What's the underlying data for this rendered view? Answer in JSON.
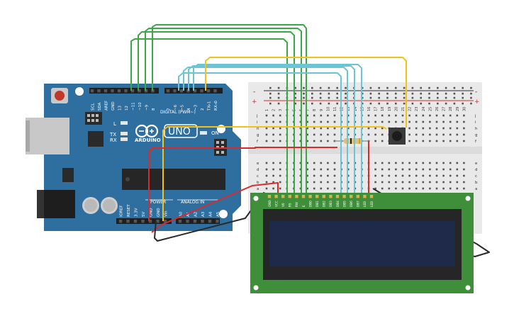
{
  "arduino": {
    "pins_top_left": [
      "SCL",
      "SDA",
      "AREF",
      "GND",
      "13",
      "12",
      "~11",
      "~10",
      "~9",
      "8"
    ],
    "pins_top_right": [
      "7",
      "~6",
      "~5",
      "4",
      "~3",
      "2",
      "TX▹1",
      "RX◃0"
    ],
    "digital_label": "DIGITAL (PWM~)",
    "logo_text": "ARDUINO",
    "model_text": "UNO",
    "on_label": "ON",
    "tx_label": "TX",
    "rx_label": "RX",
    "l_label": "L",
    "power_label": "POWER",
    "analog_label": "ANALOG IN",
    "power_pins": [
      "IOREF",
      "RESET",
      "3.3V",
      "5V",
      "GND",
      "GND",
      "Vin"
    ],
    "analog_pins": [
      "A0",
      "A1",
      "A2",
      "A3",
      "A4",
      "A5"
    ]
  },
  "breadboard": {
    "columns": [
      "1",
      "2",
      "3",
      "4",
      "5",
      "6",
      "7",
      "8",
      "9",
      "10",
      "11",
      "12",
      "13",
      "14",
      "15",
      "16",
      "17",
      "18",
      "19",
      "20",
      "21",
      "22",
      "23",
      "24",
      "25",
      "26",
      "27",
      "28",
      "29",
      "30"
    ],
    "rows_top": [
      "j",
      "i",
      "h",
      "g",
      "f"
    ],
    "rows_bottom": [
      "e",
      "d",
      "c",
      "b",
      "a"
    ]
  },
  "lcd": {
    "pins": [
      "GND",
      "VCC",
      "V0",
      "RS",
      "RW",
      "E",
      "DB0",
      "DB1",
      "DB2",
      "DB3",
      "DB4",
      "DB5",
      "DB6",
      "DB7",
      "LED",
      "LED"
    ]
  },
  "colors": {
    "board": "#2f6f9f",
    "breadboard": "#e9e9e9",
    "lcd_pcb": "#3f8f3a",
    "lcd_screen": "#1f2a4a",
    "wire_green": "#3aa845",
    "wire_cyan": "#6ac6d4",
    "wire_yellow": "#f2c21b",
    "wire_red": "#d92b2b",
    "wire_black": "#2a2a2a"
  }
}
